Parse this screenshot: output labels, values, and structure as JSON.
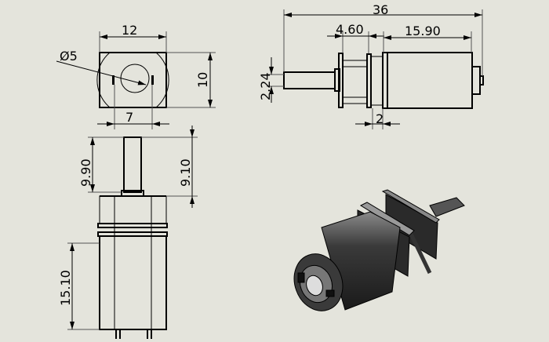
{
  "dimensions": {
    "top_width": "12",
    "bore_diameter": "Ø5",
    "top_height": "10",
    "pin_spacing": "7",
    "overall_length": "36",
    "gearbox_length": "4.60",
    "motor_length": "15.90",
    "shaft_flat": "2.24",
    "spacer": "2",
    "shaft_length_total": "9.90",
    "shaft_length": "9.10",
    "motor_body_length": "15.10"
  },
  "colors": {
    "background": "#e4e4dc",
    "line": "#000000"
  }
}
